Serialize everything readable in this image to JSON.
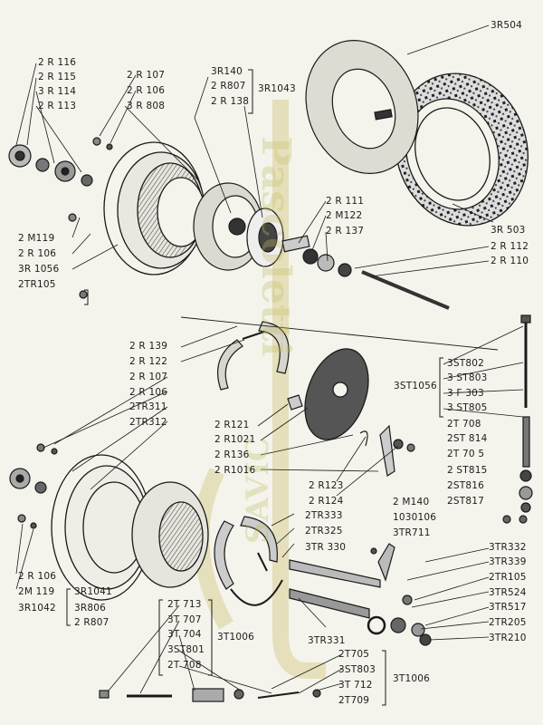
{
  "watermark": {
    "brand": "Pascoletti",
    "sub": "SAVIC"
  },
  "labels": {
    "p3R504": "3R504",
    "p2R116": "2 R 116",
    "p2R115": "2 R 115",
    "p3R114": "3 R 114",
    "p2R113": "2 R 113",
    "p2R107a": "2 R 107",
    "p2R106a": "2 R 106",
    "p3R808": "3 R 808",
    "p3R140": "3R140",
    "p2R807a": "2 R807",
    "p2R138": "2 R 138",
    "p3R1043": "3R1043",
    "p2R111": "2 R 111",
    "p2M122": "2 M122",
    "p2R137": "2 R 137",
    "p3R503": "3R 503",
    "p2R112": "2 R 112",
    "p2R110": "2 R 110",
    "p2M119a": "2 M119",
    "p2R106b": "2 R 106",
    "p3R1056": "3R 1056",
    "p2TR105": "2TR105",
    "p2R139": "2 R 139",
    "p2R122": "2 R 122",
    "p2R107b": "2 R 107",
    "p2R106c": "2 R 106",
    "p2TR311": "2TR311",
    "p2TR312": "2TR312",
    "p3ST802": "3ST802",
    "p3ST803a": "3 ST803",
    "p3F303": "3 F 303",
    "p3ST805": "3 ST805",
    "p3ST1056": "3ST1056",
    "p2T708a": "2T 708",
    "p2ST814": "2ST 814",
    "p2T705a": "2T 70 5",
    "p2ST815": "2 ST815",
    "p2ST816": "2ST816",
    "p2ST817": "2ST817",
    "p2R121": "2 R121",
    "p2R1021": "2 R1021",
    "p2R136": "2 R136",
    "p2R1016": "2 R1016",
    "p2R123": "2 R123",
    "p2R124": "2 R124",
    "p2M140": "2 M140",
    "p2TR333": "2TR333",
    "p1030106": "1030106",
    "p2TR325": "2TR325",
    "p3TR711": "3TR711",
    "p3TR330": "3TR 330",
    "p3TR332": "3TR332",
    "p3TR339": "3TR339",
    "p2TR105b": "2TR105",
    "p3TR524": "3TR524",
    "p3TR517": "3TR517",
    "p2TR205": "2TR205",
    "p3TR210": "3TR210",
    "p2R106d": "2 R 106",
    "p2M119b": "2M 119",
    "p3R1041": "3R1041",
    "p3R806": "3R806",
    "p2R807b": "2 R807",
    "p3R1042": "3R1042",
    "p2T713": "2T 713",
    "p3T707": "3T 707",
    "p3T704": "3T 704",
    "p3ST801": "3ST801",
    "p2T708b": "2T 708",
    "p3T1006a": "3T1006",
    "p3TR331": "3TR331",
    "p2T705b": "2T705",
    "p3ST803b": "3ST803",
    "p3T712": "3T 712",
    "p2T709": "2T709",
    "p3T1006b": "3T1006"
  },
  "colors": {
    "ink": "#1c1c1c",
    "paper": "#f4f3ec",
    "watermark": "#c4ba60"
  }
}
